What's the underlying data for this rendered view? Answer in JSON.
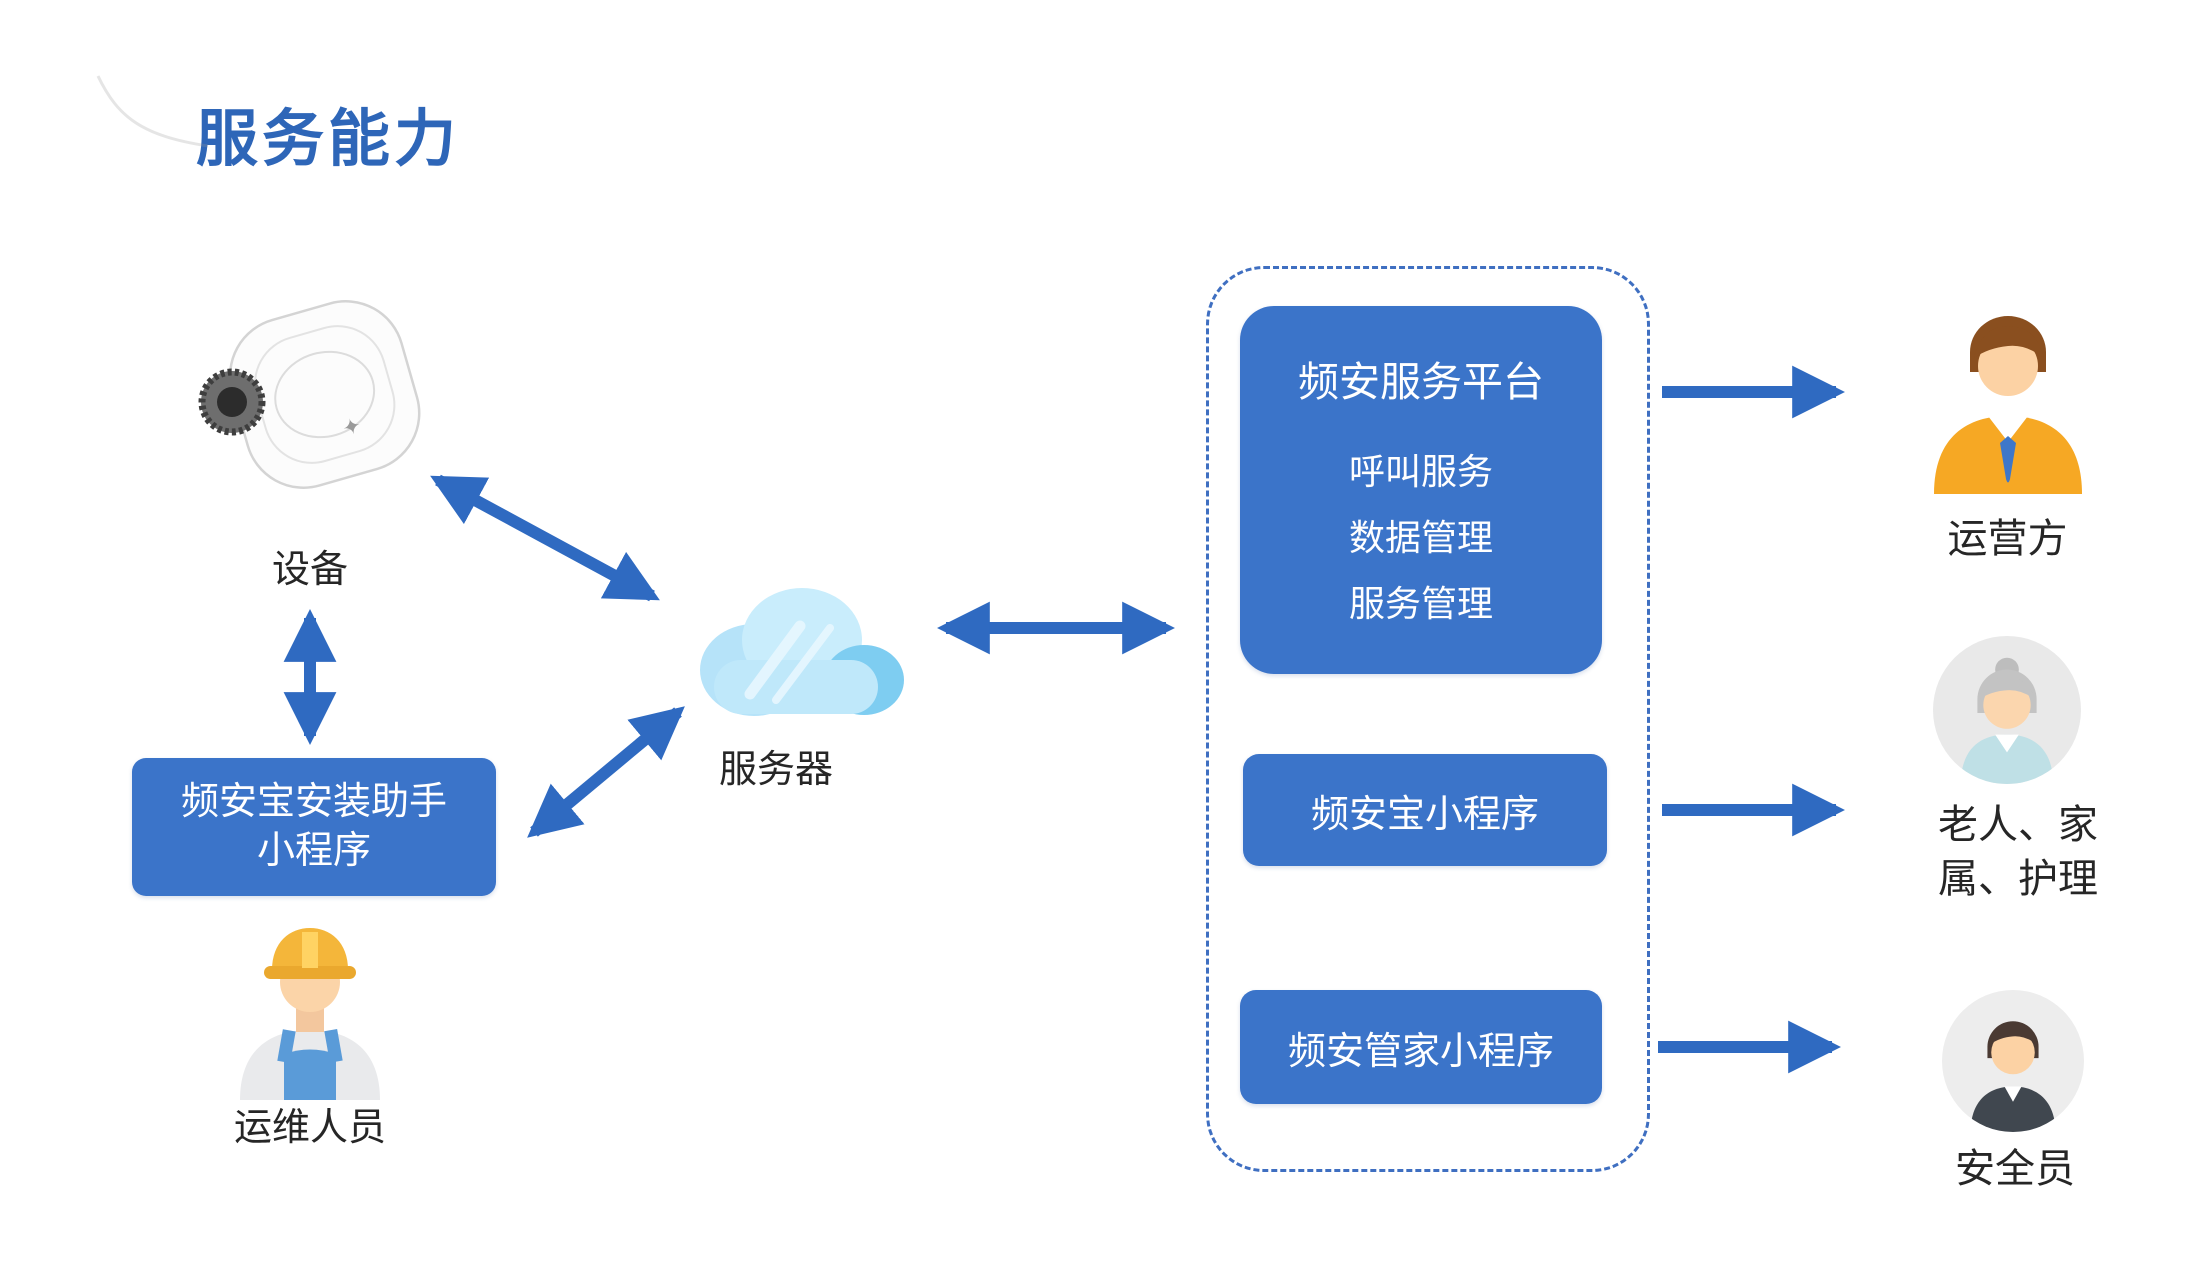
{
  "title": "服务能力",
  "colors": {
    "accent": "#2e66b8",
    "arrow": "#2f6ac1",
    "box": "#3b74c9"
  },
  "left_flow": {
    "device_label": "设备",
    "server_label": "服务器",
    "installer_box_line1": "频安宝安装助手",
    "installer_box_line2": "小程序",
    "ops_label": "运维人员"
  },
  "platform_panel": {
    "service_platform": {
      "title": "频安服务平台",
      "items": [
        "呼叫服务",
        "数据管理",
        "服务管理"
      ]
    },
    "app1_label": "频安宝小程序",
    "app2_label": "频安管家小程序"
  },
  "stakeholders": {
    "operator_label": "运营方",
    "elderly_label_line1": "老人、家",
    "elderly_label_line2": "属、护理",
    "safety_label": "安全员"
  }
}
